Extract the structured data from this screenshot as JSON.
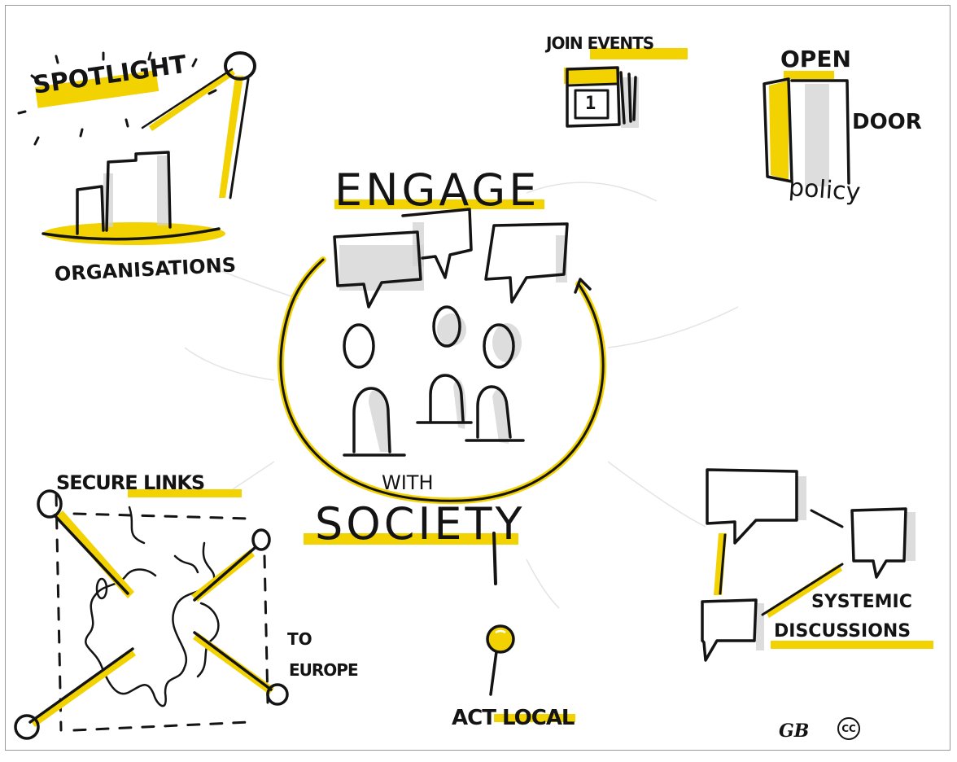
{
  "colors": {
    "accent": "#f2d200",
    "ink": "#141414",
    "shadow": "#d2d2d2"
  },
  "labels": {
    "spotlight": "SPOTLIGHT",
    "organisations": "ORGANISATIONS",
    "join_events": "JOIN EVENTS",
    "calendar_day": "1",
    "open": "OPEN",
    "door": "DOOR",
    "policy": "policy",
    "engage": "ENGAGE",
    "with": "WITH",
    "society": "SOCIETY",
    "secure_links": "SECURE LINKS",
    "to": "TO",
    "europe": "EUROPE",
    "act_local": "ACT LOCAL",
    "systemic": "SYSTEMIC",
    "discussions": "DISCUSSIONS",
    "signature": "GB",
    "cc_mark": "CC"
  },
  "icons": [
    "spotlight-lamp-icon",
    "bar-chart-icon",
    "calendar-icon",
    "open-door-icon",
    "speech-bubble-icon",
    "person-icon",
    "europe-map-icon",
    "location-pin-icon",
    "creative-commons-icon"
  ]
}
